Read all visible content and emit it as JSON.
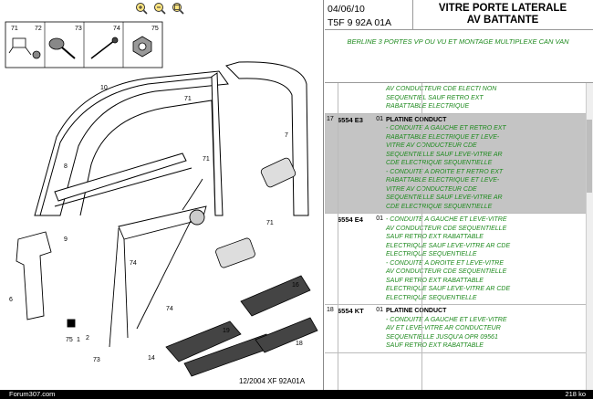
{
  "toolbar": {
    "zoom_in_icon": "zoom-in-icon",
    "zoom_out_icon": "zoom-out-icon",
    "zoom_fit_icon": "zoom-fit-icon"
  },
  "diagram": {
    "callouts": [
      "71",
      "72",
      "73",
      "74",
      "75",
      "10",
      "71",
      "7",
      "8",
      "9",
      "71",
      "71",
      "6",
      "74",
      "1",
      "2",
      "74",
      "73",
      "75",
      "14",
      "16",
      "19",
      "18"
    ],
    "stamp": "12/2004   XF 92A01A"
  },
  "header": {
    "date": "04/06/10",
    "reference": "T5F 9 92A 01A",
    "title_line1": "VITRE PORTE LATERALE",
    "title_line2": "AV BATTANTE"
  },
  "vehicle": "BERLINE 3 PORTES VP OU VU ET MONTAGE MULTIPLEXE CAN VAN",
  "rows": [
    {
      "num": "",
      "ref": "",
      "qty": "",
      "title": "",
      "lines": [
        "AV CONDUCTEUR CDE ELECTI NON",
        "SEQUENTIEL SAUF RETRO EXT",
        "RABATTABLE ELECTRIQUE"
      ],
      "selected": false
    },
    {
      "num": "17",
      "ref": "6554 E3",
      "qty": "01",
      "title": "PLATINE CONDUCT",
      "lines": [
        "- CONDUITE A GAUCHE ET RETRO EXT",
        "RABATTABLE ELECTRIQUE ET LEVE-",
        "VITRE AV CONDUCTEUR CDE",
        "SEQUENTIELLE SAUF LEVE-VITRE AR",
        "CDE ELECTRIQUE SEQUENTIELLE",
        "- CONDUITE A DROITE ET RETRO EXT",
        "RABATTABLE ELECTRIQUE ET LEVE-",
        "VITRE AV CONDUCTEUR CDE",
        "SEQUENTIELLE SAUF LEVE-VITRE AR",
        "CDE ELECTRIQUE SEQUENTIELLE"
      ],
      "selected": true
    },
    {
      "num": "",
      "ref": "6554 E4",
      "qty": "01",
      "title": "",
      "lines": [
        "- CONDUITE A GAUCHE ET LEVE-VITRE",
        "AV CONDUCTEUR CDE SEQUENTIELLE",
        "SAUF RETRO EXT RABATTABLE",
        "ELECTRIQUE SAUF LEVE-VITRE AR CDE",
        "ELECTRIQUE SEQUENTIELLE",
        "- CONDUITE A DROITE ET LEVE-VITRE",
        "AV CONDUCTEUR CDE SEQUENTIELLE",
        "SAUF RETRO EXT RABATTABLE",
        "ELECTRIQUE SAUF LEVE-VITRE AR CDE",
        "ELECTRIQUE SEQUENTIELLE"
      ],
      "selected": false
    },
    {
      "num": "18",
      "ref": "6554 KT",
      "qty": "01",
      "title": "PLATINE CONDUCT",
      "lines": [
        "- CONDUITE A GAUCHE ET LEVE-VITRE",
        "AV ET LEVE-VITRE AR CONDUCTEUR",
        "SEQUENTIELLE JUSQU'A OPR 09561",
        "SAUF RETRO EXT RABATTABLE"
      ],
      "selected": false
    }
  ],
  "status": {
    "left": "Forum307.com",
    "right": "218 ko"
  },
  "colors": {
    "accent_green": "#1e8a1e",
    "selected_row": "#c4c4c4"
  }
}
